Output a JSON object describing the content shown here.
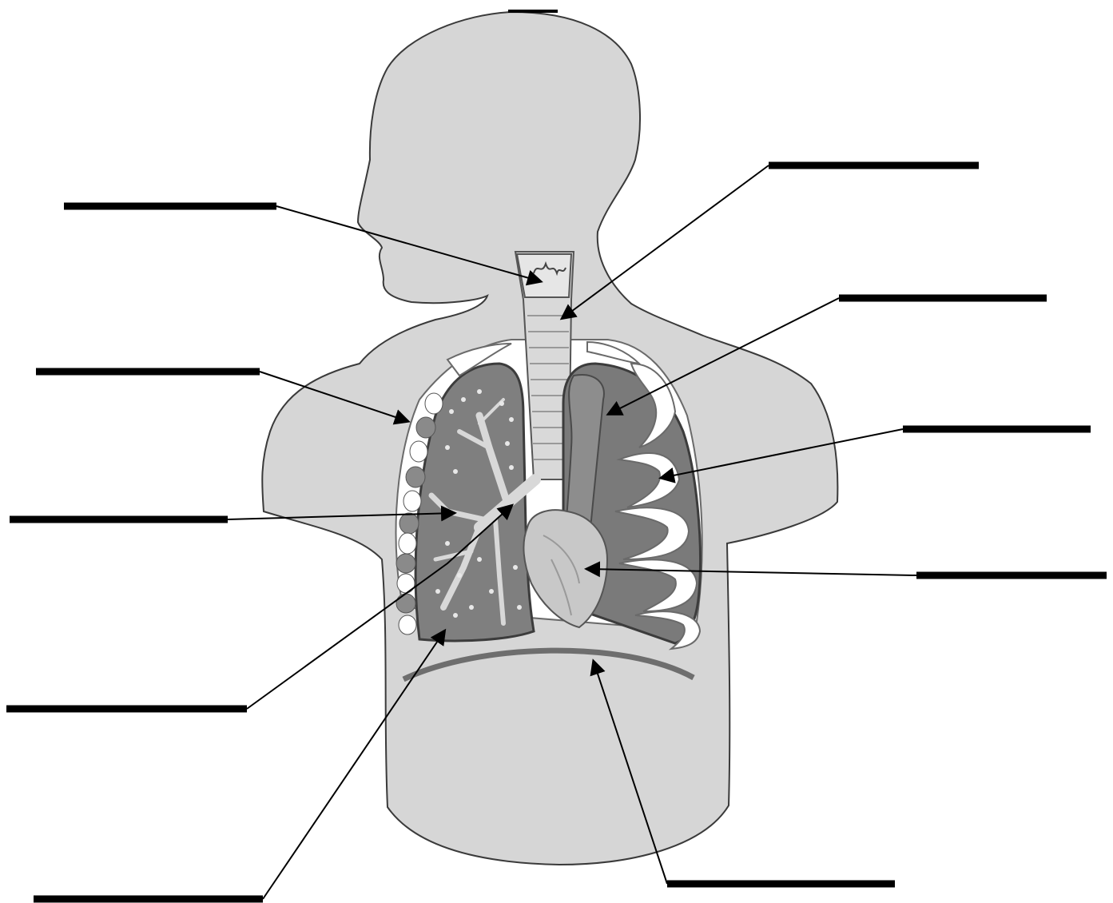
{
  "diagram": {
    "type": "respiratory-system-worksheet",
    "colors": {
      "background": "#ffffff",
      "body": "#d6d6d6",
      "body_outline": "#3a3a3a",
      "lung": "#7f7f7f",
      "lung_dark": "#6b6b6b",
      "lung_edge": "#3c3c3c",
      "rib": "#ffffff",
      "trachea": "#d9d9d9",
      "heart": "#c8c8c8",
      "diaphragm": "#6e6e6e",
      "label_line": "#000000"
    },
    "labels": [
      {
        "id": "label-larynx",
        "text": ""
      },
      {
        "id": "label-trachea",
        "text": ""
      },
      {
        "id": "label-left-lung",
        "text": ""
      },
      {
        "id": "label-ribs",
        "text": ""
      },
      {
        "id": "label-heart",
        "text": ""
      },
      {
        "id": "label-diaphragm",
        "text": ""
      },
      {
        "id": "label-bronchioles",
        "text": ""
      },
      {
        "id": "label-bronchus",
        "text": ""
      },
      {
        "id": "label-alveoli",
        "text": ""
      },
      {
        "id": "label-pleura",
        "text": ""
      }
    ]
  }
}
